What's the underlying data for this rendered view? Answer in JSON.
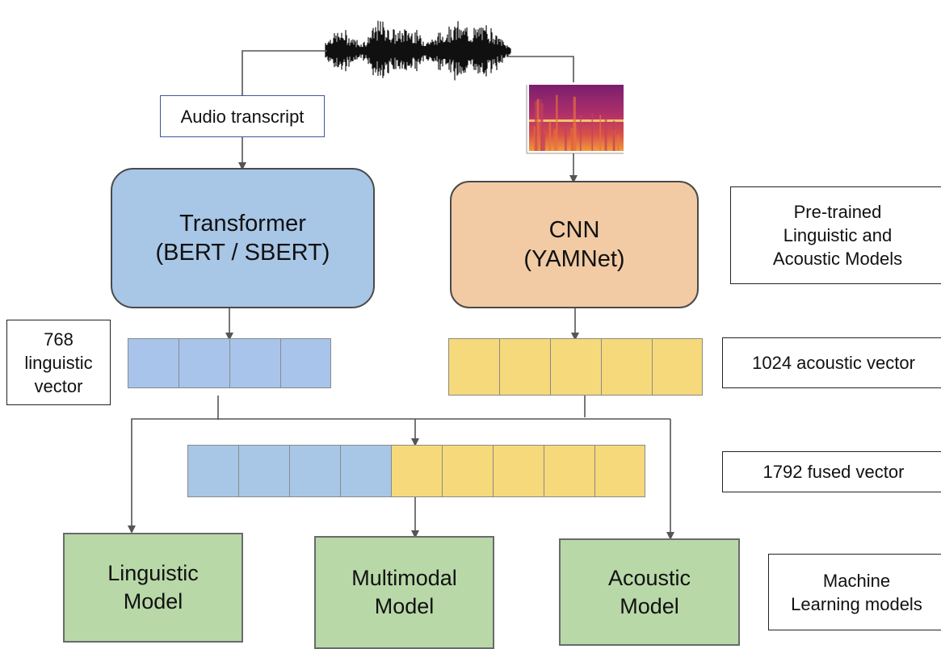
{
  "labels": {
    "audio_transcript": "Audio transcript",
    "transformer": "Transformer\n(BERT / SBERT)",
    "cnn": "CNN\n(YAMNet)",
    "pretrained": "Pre-trained\nLinguistic and\nAcoustic Models",
    "linguistic_vector": "768\nlinguistic\nvector",
    "acoustic_vector": "1024 acoustic vector",
    "fused_vector": "1792 fused vector",
    "linguistic_model": "Linguistic\nModel",
    "multimodal_model": "Multimodal\nModel",
    "acoustic_model": "Acoustic\nModel",
    "ml_models": "Machine\nLearning models"
  },
  "vectors": {
    "linguistic_cells": 4,
    "acoustic_cells": 5,
    "fused_linguistic_cells": 4,
    "fused_acoustic_cells": 5
  },
  "colors": {
    "linguistic": "#a8c4ea",
    "acoustic": "#f6d97a",
    "transformer": "#a8c6e6",
    "cnn": "#f2cba4",
    "ml_model": "#b8d8a8",
    "arrow": "#555555"
  },
  "icons": {
    "waveform": "audio-waveform-icon",
    "spectrogram": "spectrogram-icon"
  }
}
